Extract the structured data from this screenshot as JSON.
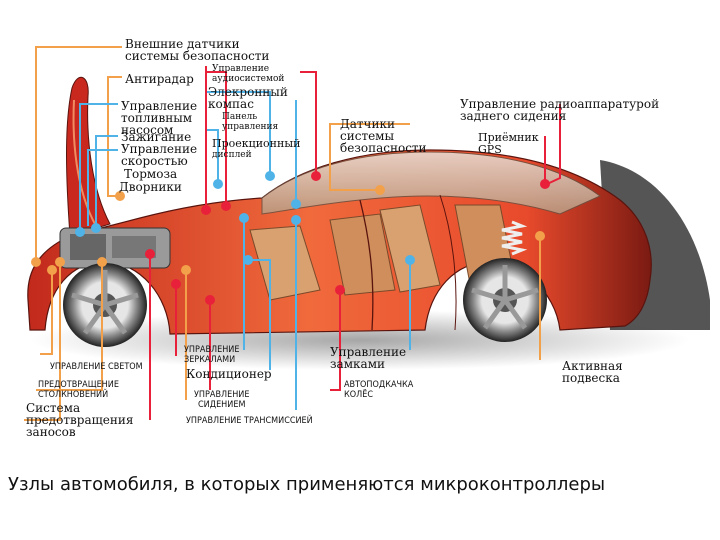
{
  "caption": "Узлы автомобиля, в которых применяются микроконтроллеры",
  "labels": {
    "ext_sensors": [
      "Внешние датчики",
      "системы безопасности"
    ],
    "antiradar": "Антирадар",
    "audio": [
      "Управление",
      "аудиосистемой"
    ],
    "compass": [
      "Элекронный",
      "компас"
    ],
    "fuel_pump": [
      "Управление",
      "топливным",
      "насосом"
    ],
    "panel": [
      "Панель",
      "управления"
    ],
    "ignition": "Зажигание",
    "speed": [
      "Управление",
      "скоростью"
    ],
    "projection": [
      "Проекционный",
      "дисплей"
    ],
    "brakes": "Тормоза",
    "wipers": "Дворники",
    "int_sensors": [
      "Датчики",
      "системы",
      "безопасности"
    ],
    "rear_radio": [
      "Управление радиоаппаратурой",
      "заднего сидения"
    ],
    "gps": [
      "Приёмник",
      "GPS"
    ],
    "lights": "УПРАВЛЕНИЕ СВЕТОМ",
    "collision": [
      "ПРЕДОТВРАЩЕНИЕ",
      "СТОЛКНОВЕНИЙ"
    ],
    "skid": [
      "Система",
      "предотвращения",
      "заносов"
    ],
    "mirrors": [
      "УПРАВЛЕНИЕ",
      "ЗЕРКАЛАМИ"
    ],
    "aircon": "Кондиционер",
    "seat": [
      "УПРАВЛЕНИЕ",
      "СИДЕНИЕМ"
    ],
    "transmission": "УПРАВЛЕНИЕ ТРАНСМИССИЕЙ",
    "locks": [
      "Управление",
      "замками"
    ],
    "tire_inflation": [
      "АВТОПОДКАЧКА",
      "КОЛЁС"
    ],
    "suspension": [
      "Активная",
      "подвеска"
    ]
  },
  "colors": {
    "orange": "#f2a14a",
    "blue": "#4fb3e8",
    "red": "#e8203a",
    "car_body": "#e0462e",
    "car_dark": "#b8261c",
    "glass": "#c9b9a6"
  }
}
